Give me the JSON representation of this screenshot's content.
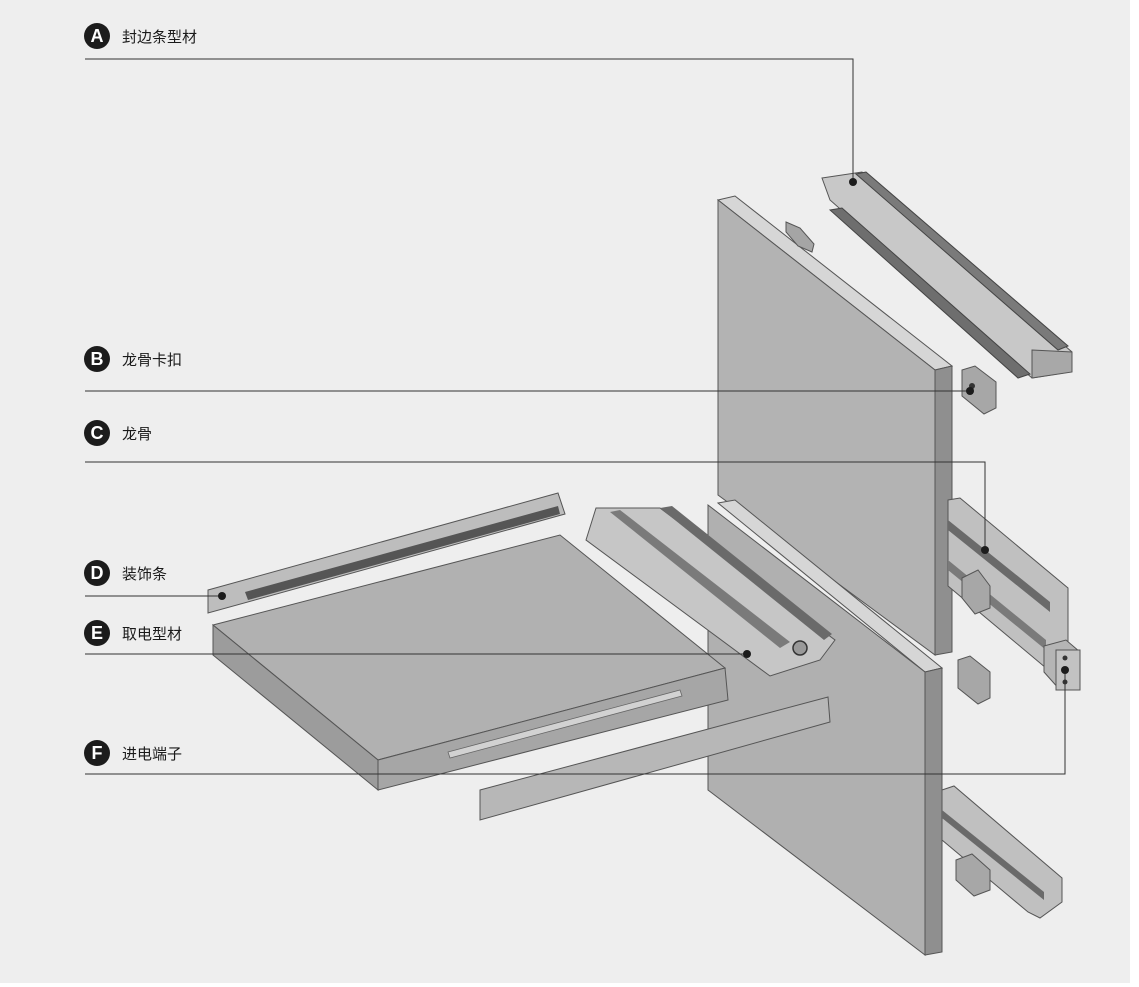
{
  "callouts": [
    {
      "letter": "A",
      "text": "封边条型材"
    },
    {
      "letter": "B",
      "text": "龙骨卡扣"
    },
    {
      "letter": "C",
      "text": "龙骨"
    },
    {
      "letter": "D",
      "text": "装饰条"
    },
    {
      "letter": "E",
      "text": "取电型材"
    },
    {
      "letter": "F",
      "text": "进电端子"
    }
  ],
  "colors": {
    "background": "#eeeeee",
    "panel_face": "#b0b0b0",
    "panel_side": "#8f8f8f",
    "profile_light": "#c8c8c8",
    "profile_dark": "#6e6e6e",
    "leader_line": "#333333",
    "badge": "#1c1c1c"
  }
}
